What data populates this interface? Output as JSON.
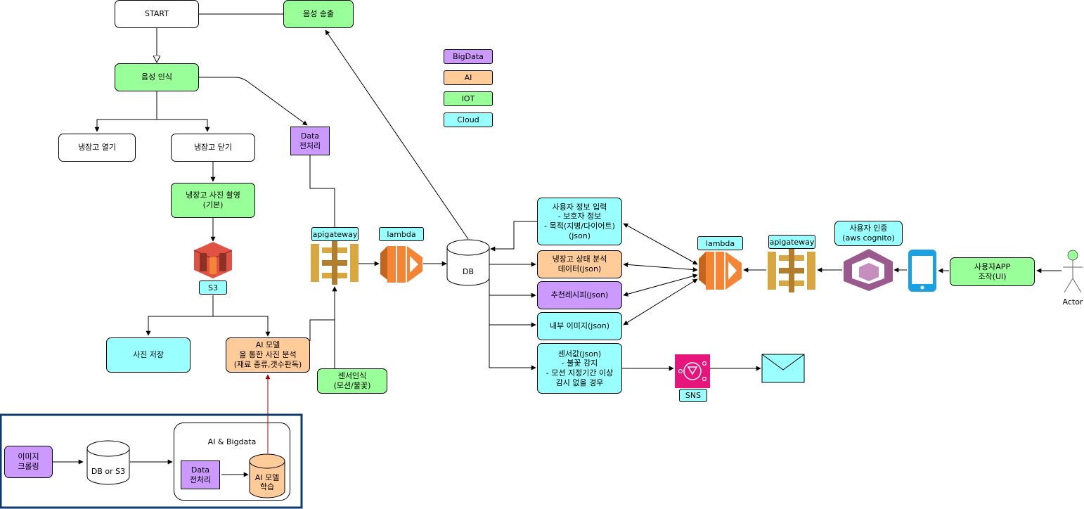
{
  "nodes": {
    "start": "START",
    "voice_out": "음성 송출",
    "voice_rec": "음성 인식",
    "open_fridge": "냉장고 열기",
    "close_fridge": "냉장고 닫기",
    "photo": "냉장고 사진 촬영\n(기본)",
    "s3": "S3",
    "save_photo": "사진 저장",
    "ai_analyze": "AI 모델\n을 통한 사진 분석\n(재료 종류,갯수판독)",
    "sensor": "센서인식\n(모션/불꽃)",
    "data_prep": "Data\n전처리",
    "apigw1": "apigateway",
    "lambda1": "lambda",
    "db": "DB",
    "user_info": "사용자 정보 입력\n- 보호자 정보\n- 목적(지병/다이어트)\n(json)",
    "fridge_state": "냉장고 상태 분석\n데이터(json)",
    "recipe": "추천레시피(json)",
    "inner_image": "내부 이미지(json)",
    "sensor_value": "센서값(json)\n- 불꽃 감지\n- 모션 지정기간 이상\n감시 없을 경우",
    "sns": "SNS",
    "lambda2": "lambda",
    "apigw2": "apigateway",
    "auth": "사용자 인증\n(aws cognito)",
    "user_app": "사용자APP\n조작(UI)",
    "actor": "Actor",
    "crawl": "이미지\n크롤링",
    "db_s3": "DB or S3",
    "ai_bigdata": "AI & Bigdata",
    "data_prep2": "Data\n전처리",
    "ai_train": "AI 모델\n학습"
  },
  "legend": [
    {
      "label": "BigData",
      "color": "#cc99ff"
    },
    {
      "label": "AI",
      "color": "#ffcc99"
    },
    {
      "label": "IOT",
      "color": "#99ff99"
    },
    {
      "label": "Cloud",
      "color": "#99ffff"
    }
  ],
  "colors": {
    "iot": "#99ff99",
    "cloud": "#99ffff",
    "bigdata": "#cc99ff",
    "ai": "#ffcc99",
    "aws_s3": "#e05243",
    "aws_gateway": "#d9a741",
    "aws_lambda": "#f58534",
    "aws_cognito": "#9b5a8e",
    "aws_sns": "#e7157b",
    "phone": "#1ba1e2",
    "frame": "#0f3a6e",
    "red_arrow": "#b20000"
  },
  "icons": [
    "s3-bucket-icon",
    "api-gateway-icon",
    "lambda-icon",
    "cognito-icon",
    "mobile-phone-icon",
    "sns-icon",
    "email-icon",
    "actor-icon"
  ]
}
